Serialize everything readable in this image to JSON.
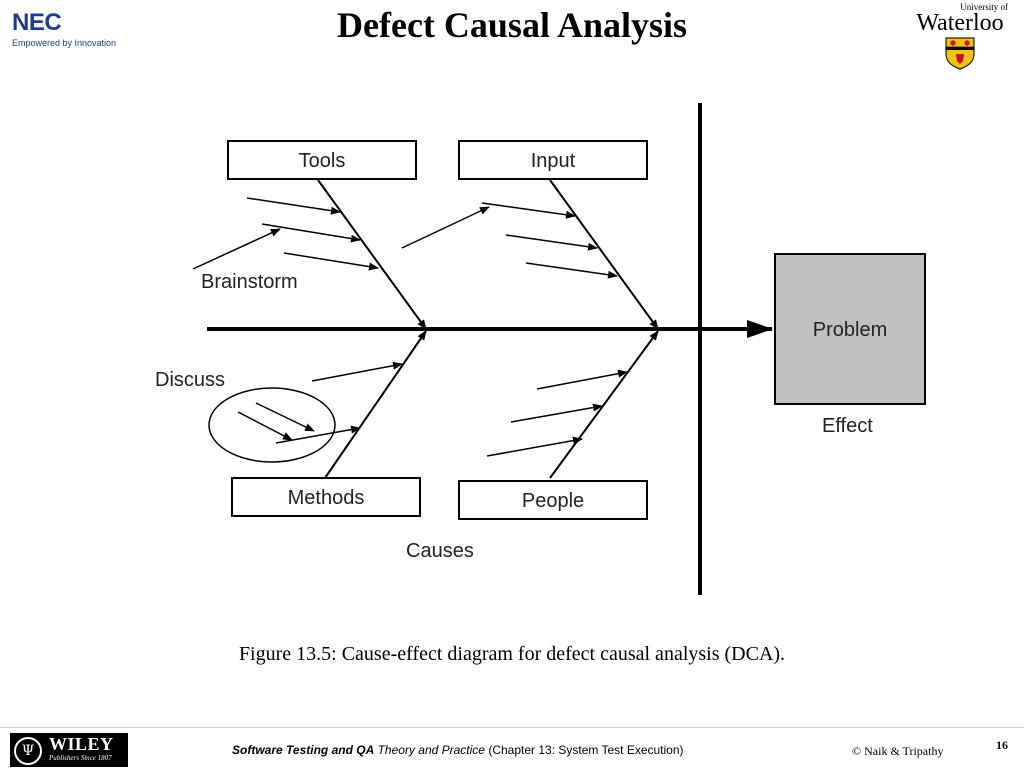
{
  "title": "Defect Causal Analysis",
  "logos": {
    "nec": {
      "wordmark": "NEC",
      "tagline": "Empowered by Innovation"
    },
    "waterloo": {
      "small": "University of",
      "name": "Waterloo"
    },
    "wiley": {
      "name": "WILEY",
      "since": "Publishers Since 1807"
    }
  },
  "diagram": {
    "boxes": {
      "tools": "Tools",
      "input": "Input",
      "methods": "Methods",
      "people": "People",
      "problem": "Problem"
    },
    "labels": {
      "brainstorm": "Brainstorm",
      "discuss": "Discuss",
      "causes": "Causes",
      "effect": "Effect"
    },
    "colors": {
      "problem_fill": "#c0c0c0",
      "line": "#000000"
    }
  },
  "caption": "Figure 13.5: Cause-effect diagram for defect causal analysis (DCA).",
  "footer": {
    "book_title": "Software Testing and QA",
    "subtitle": "Theory and Practice",
    "chapter": "(Chapter 13: System Test Execution)",
    "copyright": "© Naik & Tripathy",
    "page": "16"
  }
}
